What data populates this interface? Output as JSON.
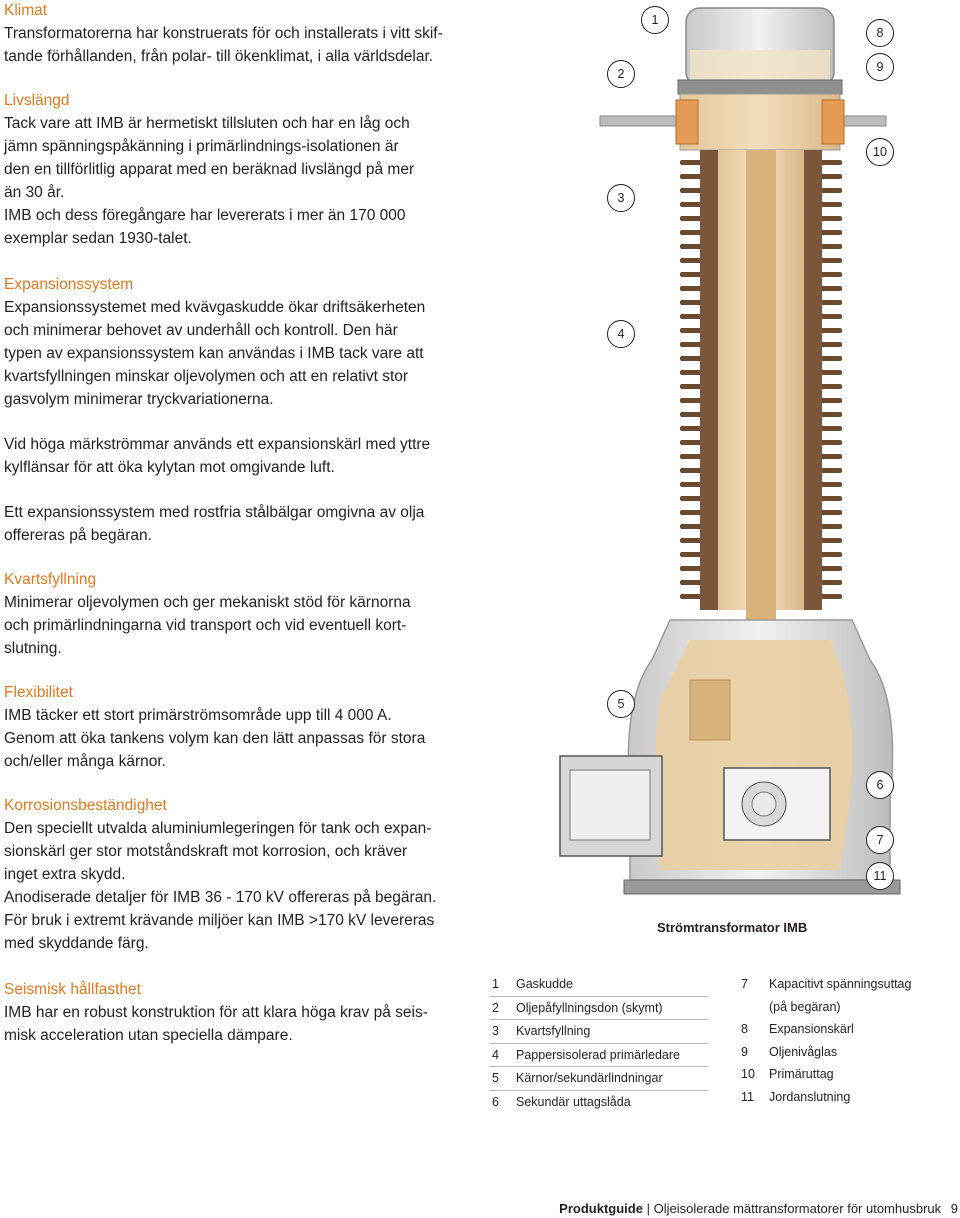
{
  "sections": [
    {
      "title": "Klimat",
      "paragraphs": [
        "Transformatorerna har konstruerats för och installerats i vitt skif-",
        "tande förhållanden, från polar- till ökenklimat, i alla världsdelar."
      ]
    },
    {
      "title": "Livslängd",
      "paragraphs": [
        "Tack vare att IMB är hermetiskt tillsluten och har en låg och",
        "jämn spänningspåkänning i primärlindnings-isolationen är",
        "den en tillförlitlig apparat med en beräknad livslängd på mer",
        "än 30 år.",
        "IMB och dess föregångare har levererats i mer än 170 000",
        "exemplar sedan 1930-talet."
      ]
    },
    {
      "title": "Expansionssystem",
      "paragraphs": [
        "Expansionssystemet med kvävgaskudde ökar driftsäkerheten",
        "och minimerar behovet av underhåll och kontroll. Den här",
        "typen av expansionssystem kan användas i IMB tack vare att",
        "kvartsfyllningen minskar oljevolymen och att en relativt stor",
        "gasvolym minimerar tryckvariationerna."
      ]
    },
    {
      "title": "",
      "paragraphs": [
        "Vid höga märkströmmar används ett expansionskärl med yttre",
        "kylflänsar för att öka kylytan mot omgivande luft."
      ]
    },
    {
      "title": "",
      "paragraphs": [
        "Ett expansionssystem med rostfria stålbälgar omgivna av olja",
        "offereras på begäran."
      ]
    },
    {
      "title": "Kvartsfyllning",
      "paragraphs": [
        "Minimerar oljevolymen och ger mekaniskt stöd för kärnorna",
        "och primärlindningarna vid transport och vid eventuell kort-",
        "slutning."
      ]
    },
    {
      "title": "Flexibilitet",
      "paragraphs": [
        "IMB täcker ett stort primärströmsområde upp till 4 000 A.",
        "Genom att öka tankens volym kan den lätt anpassas för stora",
        "och/eller många kärnor."
      ]
    },
    {
      "title": "Korrosionsbeständighet",
      "paragraphs": [
        "Den speciellt utvalda aluminiumlegeringen för tank och expan-",
        "sionskärl ger stor motståndskraft mot korrosion, och kräver",
        "inget extra skydd.",
        "Anodiserade detaljer för IMB 36 - 170 kV offereras på begäran.",
        "För bruk i extremt krävande miljöer kan IMB >170 kV levereras",
        "med skyddande färg."
      ]
    },
    {
      "title": "Seismisk hållfasthet",
      "paragraphs": [
        "IMB har en robust konstruktion för att klara höga krav på seis-",
        "misk acceleration utan speciella dämpare."
      ]
    }
  ],
  "figure": {
    "caption": "Strömtransformator IMB",
    "callouts": [
      "1",
      "2",
      "3",
      "4",
      "5",
      "6",
      "7",
      "8",
      "9",
      "10",
      "11"
    ]
  },
  "legend_left": [
    {
      "num": "1",
      "label": "Gaskudde"
    },
    {
      "num": "2",
      "label": "Oljepåfyllningsdon (skymt)"
    },
    {
      "num": "3",
      "label": "Kvartsfyllning"
    },
    {
      "num": "4",
      "label": "Pappersisolerad primärledare"
    },
    {
      "num": "5",
      "label": "Kärnor/sekundärlindningar"
    },
    {
      "num": "6",
      "label": "Sekundär uttagslåda"
    }
  ],
  "legend_right": [
    {
      "num": "7",
      "label": "Kapacitivt spänningsuttag"
    },
    {
      "num": "",
      "label": "(på begäran)"
    },
    {
      "num": "8",
      "label": "Expansionskärl"
    },
    {
      "num": "9",
      "label": "Oljenivåglas"
    },
    {
      "num": "10",
      "label": "Primäruttag"
    },
    {
      "num": "11",
      "label": "Jordanslutning"
    }
  ],
  "footer": {
    "bold": "Produktguide",
    "separator": "|",
    "text": "Oljeisolerade mättransformatorer för utomhusbruk",
    "page": "9"
  }
}
